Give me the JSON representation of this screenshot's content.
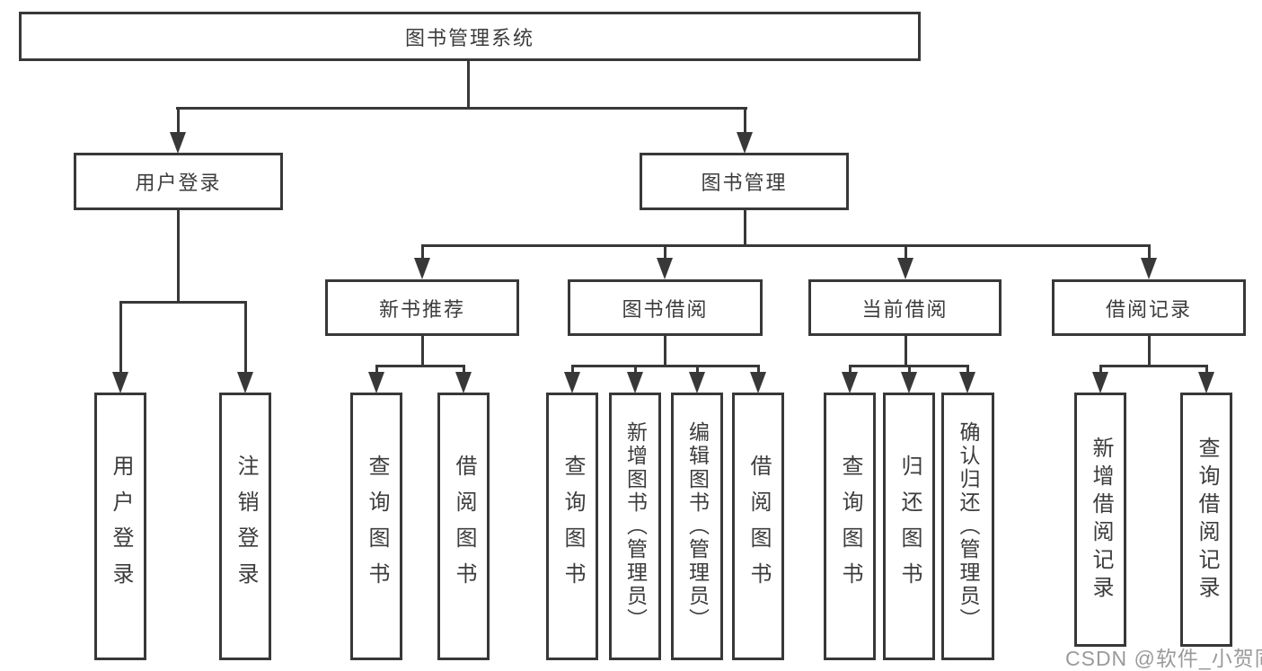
{
  "diagram": {
    "root": "图书管理系统",
    "level1": {
      "user_login": "用户登录",
      "book_mgmt": "图书管理"
    },
    "level2": {
      "new_books": "新书推荐",
      "book_borrow": "图书借阅",
      "current_borrow": "当前借阅",
      "borrow_records": "借阅记录"
    },
    "leaves": {
      "user": [
        "用户登录",
        "注销登录"
      ],
      "new_books": [
        "查询图书",
        "借阅图书"
      ],
      "book_borrow": [
        "查询图书",
        "新增图书（管理员）",
        "编辑图书（管理员）",
        "借阅图书"
      ],
      "current_borrow": [
        "查询图书",
        "归还图书",
        "确认归还（管理员）"
      ],
      "borrow_records": [
        "新增借阅记录",
        "查询借阅记录"
      ]
    }
  },
  "watermark": "CSDN @软件_小贺同学",
  "colors": {
    "line": "#383838",
    "text": "#3c3c3c",
    "watermark": "#9a9a9a",
    "background": "#ffffff"
  }
}
